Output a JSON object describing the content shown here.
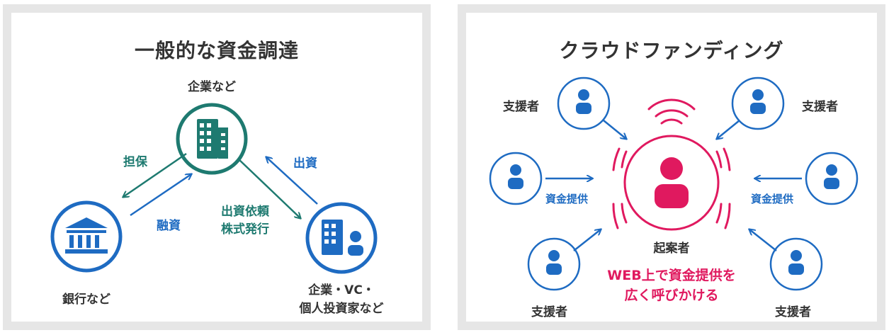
{
  "left": {
    "title": "一般的な資金調達",
    "company_label": "企業など",
    "bank_label": "銀行など",
    "investor_label_1": "企業・VC・",
    "investor_label_2": "個人投資家など",
    "collateral": "担保",
    "loan": "融資",
    "investment": "出資",
    "equity_line1": "出資依頼",
    "equity_line2": "株式発行"
  },
  "right": {
    "title": "クラウドファンディング",
    "supporter": "支援者",
    "funding": "資金提供",
    "originator": "起案者",
    "callout_line1": "WEB上で資金提供を",
    "callout_line2": "広く呼びかける"
  },
  "colors": {
    "teal": "#1e7a70",
    "blue": "#1e6bc2",
    "pink": "#e0195f",
    "border": "#e6e6e6"
  }
}
